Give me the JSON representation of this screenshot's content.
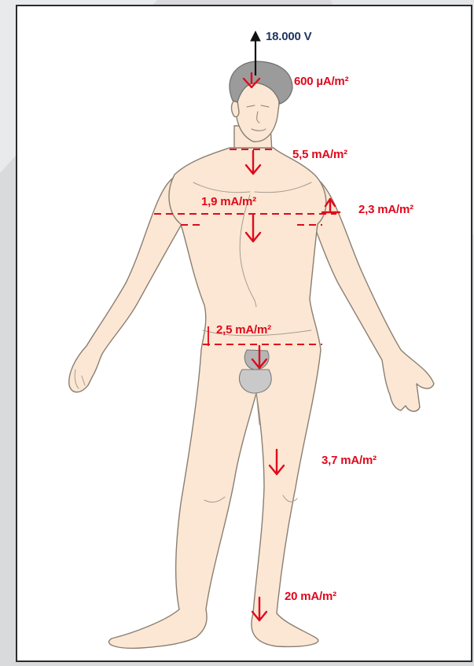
{
  "colors": {
    "skin": "#fbe7d4",
    "outline": "#8a7f72",
    "hair": "#9b9b9b",
    "accent_red": "#e1081b",
    "source_blue": "#1f3564",
    "panel_border": "#2b2b2b"
  },
  "icons": {
    "voltage": "arrow-up-icon",
    "current": "arrow-down-icon"
  },
  "source": {
    "label": "18.000 V"
  },
  "labels": {
    "head": "600 µA/m²",
    "neck": "5,5 mA/m²",
    "chest": "1,9 mA/m²",
    "arm": "2,3 mA/m²",
    "pelvis": "2,5 mA/m²",
    "thigh": "3,7 mA/m²",
    "ankle": "20 mA/m²"
  }
}
